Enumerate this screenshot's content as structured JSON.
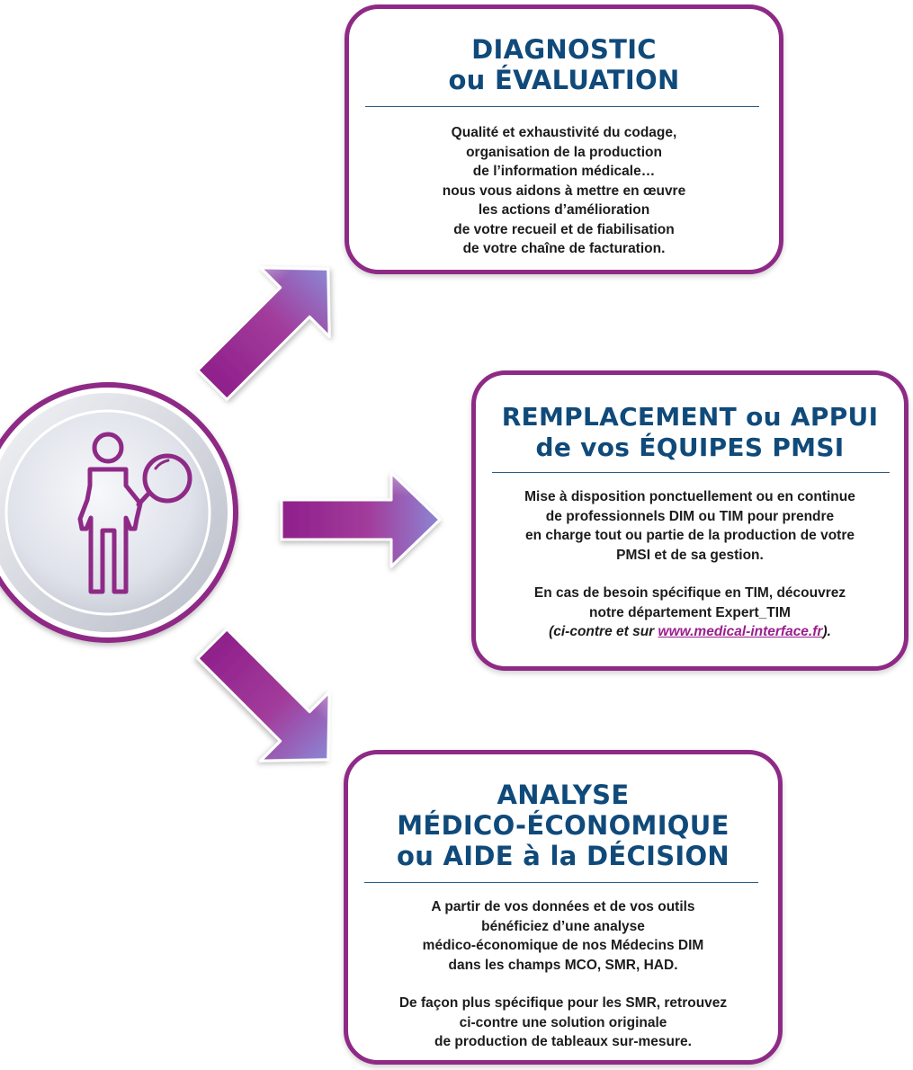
{
  "cards": {
    "diagnostic": {
      "title_lines": [
        "DIAGNOSTIC",
        "ou ÉVALUATION"
      ],
      "body_lines": [
        "Qualité et exhaustivité du codage,",
        "organisation de la production",
        "de l’information médicale…",
        "nous vous aidons à mettre en œuvre",
        "les actions d’amélioration",
        "de votre recueil et de fiabilisation",
        "de votre chaîne de facturation."
      ]
    },
    "remplacement": {
      "title_lines": [
        "REMPLACEMENT ou APPUI",
        "de vos ÉQUIPES PMSI"
      ],
      "p1": {
        "l1": "Mise à disposition ponctuellement ou en continue",
        "l2_a": "de professionnels ",
        "l2_dim": "DIM",
        "l2_b": " ou ",
        "l2_tim": "TIM",
        "l2_c": " pour prendre",
        "l3": "en charge tout ou partie de la production de votre",
        "l4_pmsi": "PMSI",
        "l4_b": " et de sa gestion."
      },
      "p2": {
        "l1": "En cas de besoin spécifique en TIM, découvrez",
        "l2_a": "notre département ",
        "l2_expert": "Expert_TIM",
        "l3_a": "(ci-contre et sur ",
        "l3_link": "www.medical-interface.fr",
        "l3_b": ")."
      }
    },
    "analyse": {
      "title_lines": [
        "ANALYSE",
        "MÉDICO-ÉCONOMIQUE",
        "ou AIDE à la DÉCISION"
      ],
      "p1": {
        "l1": "A partir de vos données et de vos outils",
        "l2": "bénéficiez d’une analyse",
        "l3_a": "médico-économique de nos ",
        "l3_med": "Médecins DIM",
        "l4_a": "dans les champs ",
        "l4_mco": "MCO",
        "l4_b": ", ",
        "l4_smr": "SMR",
        "l4_c": ", ",
        "l4_had": "HAD",
        "l4_d": "."
      },
      "p2": {
        "l1_a": "De façon plus spécifique pour les ",
        "l1_smr": "SMR",
        "l1_b": ", retrouvez",
        "l2": "ci-contre une solution originale",
        "l3": "de production de tableaux sur-mesure."
      }
    }
  },
  "colors": {
    "card_border": "#8e2a86",
    "title": "#0f4a7a",
    "rule": "#2a5d86",
    "body_text": "#1c1c1c",
    "link": "#9a1e8e",
    "arrow_start": "#8f1f8b",
    "arrow_end": "#8c86d4",
    "circle_ring": "#8e2a86",
    "icon": "#8e2a86"
  },
  "icons": {
    "center": "person-with-magnifier-icon",
    "arrows": [
      "arrow-up-right-icon",
      "arrow-right-icon",
      "arrow-down-right-icon"
    ]
  }
}
